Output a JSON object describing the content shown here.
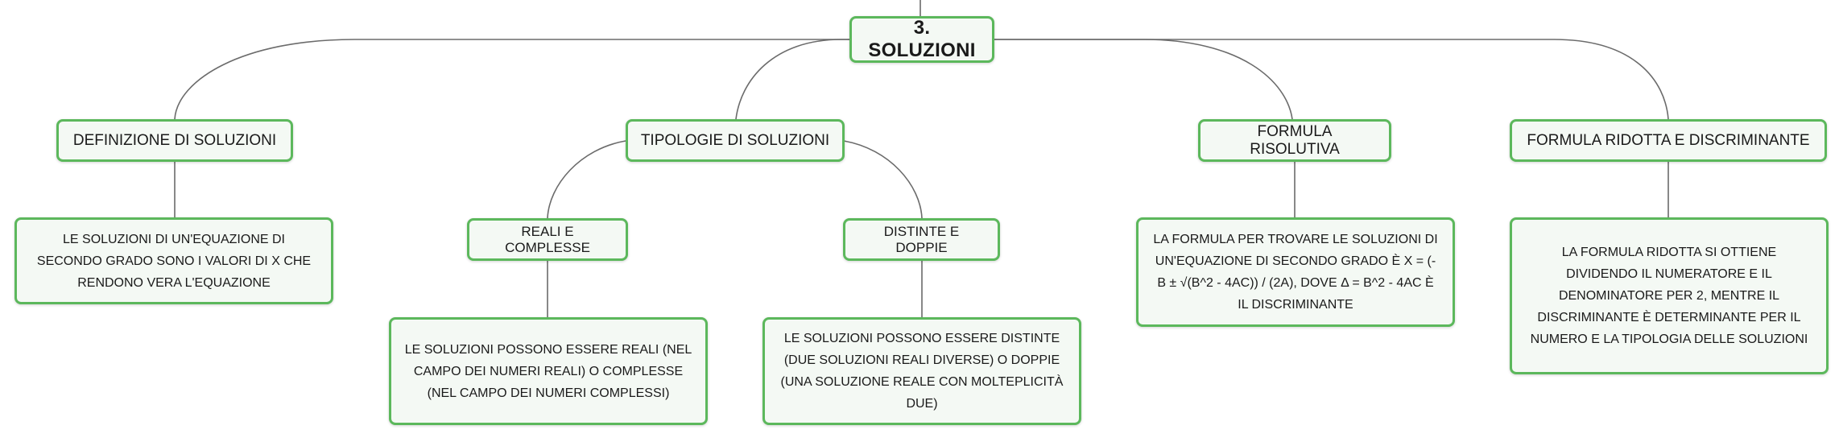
{
  "root": {
    "label": "3. SOLUZIONI"
  },
  "topics": {
    "definizione": {
      "label": "DEFINIZIONE DI SOLUZIONI"
    },
    "tipologie": {
      "label": "TIPOLOGIE DI SOLUZIONI"
    },
    "formula": {
      "label": "FORMULA RISOLUTIVA"
    },
    "ridotta": {
      "label": "FORMULA RIDOTTA E DISCRIMINANTE"
    }
  },
  "subtopics": {
    "reali": {
      "label": "REALI E COMPLESSE"
    },
    "distinte": {
      "label": "DISTINTE E DOPPIE"
    }
  },
  "descriptions": {
    "definizione": "LE SOLUZIONI DI UN'EQUAZIONE DI SECONDO GRADO SONO I VALORI DI X CHE RENDONO VERA L'EQUAZIONE",
    "reali": "LE SOLUZIONI POSSONO ESSERE REALI (NEL CAMPO DEI NUMERI REALI) O COMPLESSE (NEL CAMPO DEI NUMERI COMPLESSI)",
    "distinte": "LE SOLUZIONI POSSONO ESSERE DISTINTE (DUE SOLUZIONI REALI DIVERSE) O DOPPIE (UNA SOLUZIONE REALE CON MOLTEPLICITÀ DUE)",
    "formula": "LA FORMULA PER TROVARE LE SOLUZIONI DI UN'EQUAZIONE DI SECONDO GRADO È X = (-B ± √(B^2 - 4AC)) / (2A), DOVE Δ = B^2 - 4AC È IL DISCRIMINANTE",
    "ridotta": "LA FORMULA RIDOTTA SI OTTIENE DIVIDENDO IL NUMERATORE E IL DENOMINATORE PER 2, MENTRE IL DISCRIMINANTE È DETERMINANTE PER IL NUMERO E LA TIPOLOGIA DELLE SOLUZIONI"
  }
}
